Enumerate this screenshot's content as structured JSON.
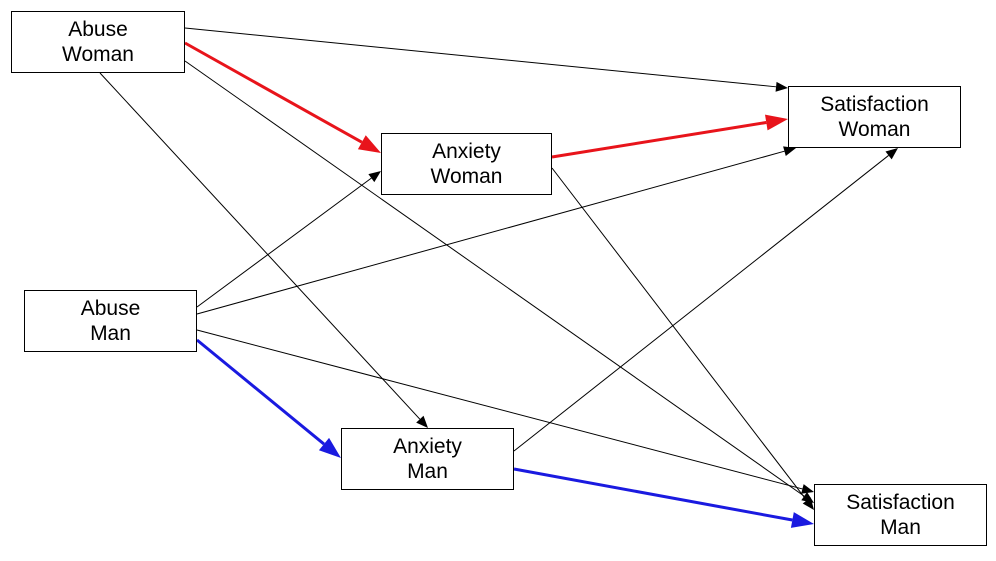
{
  "colors": {
    "edge_default": "#000000",
    "edge_woman_path": "#e8141b",
    "edge_man_path": "#1a1ae0",
    "node_border": "#000000",
    "node_fill": "#ffffff"
  },
  "nodes": {
    "abuse_woman": {
      "line1": "Abuse",
      "line2": "Woman"
    },
    "anxiety_woman": {
      "line1": "Anxiety",
      "line2": "Woman"
    },
    "satisfaction_woman": {
      "line1": "Satisfaction",
      "line2": "Woman"
    },
    "abuse_man": {
      "line1": "Abuse",
      "line2": "Man"
    },
    "anxiety_man": {
      "line1": "Anxiety",
      "line2": "Man"
    },
    "satisfaction_man": {
      "line1": "Satisfaction",
      "line2": "Man"
    }
  },
  "edges": [
    {
      "from": "abuse_woman",
      "to": "anxiety_woman",
      "highlight": "woman_path"
    },
    {
      "from": "anxiety_woman",
      "to": "satisfaction_woman",
      "highlight": "woman_path"
    },
    {
      "from": "abuse_woman",
      "to": "satisfaction_woman",
      "highlight": "none"
    },
    {
      "from": "abuse_woman",
      "to": "anxiety_man",
      "highlight": "none"
    },
    {
      "from": "abuse_woman",
      "to": "satisfaction_man",
      "highlight": "none"
    },
    {
      "from": "abuse_man",
      "to": "anxiety_woman",
      "highlight": "none"
    },
    {
      "from": "abuse_man",
      "to": "satisfaction_woman",
      "highlight": "none"
    },
    {
      "from": "abuse_man",
      "to": "satisfaction_man",
      "highlight": "none"
    },
    {
      "from": "abuse_man",
      "to": "anxiety_man",
      "highlight": "man_path"
    },
    {
      "from": "anxiety_man",
      "to": "satisfaction_man",
      "highlight": "man_path"
    },
    {
      "from": "anxiety_man",
      "to": "satisfaction_woman",
      "highlight": "none"
    },
    {
      "from": "anxiety_woman",
      "to": "satisfaction_man",
      "highlight": "none"
    }
  ]
}
